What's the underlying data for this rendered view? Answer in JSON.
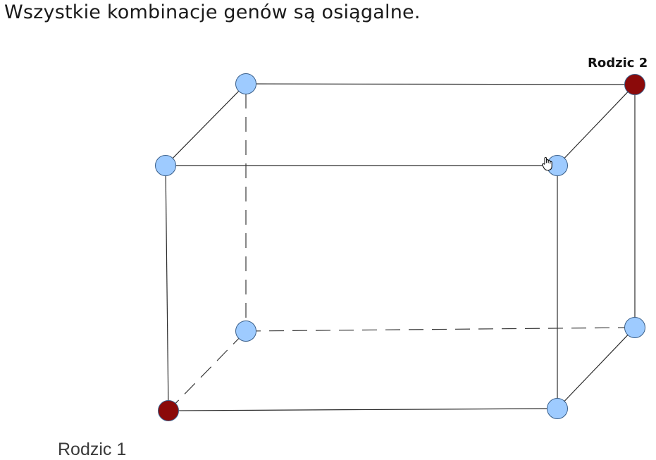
{
  "heading": "Wszystkie kombinacje genów są osiągalne.",
  "labels": {
    "parent2": "Rodzic 2",
    "parent1": "Rodzic 1"
  },
  "colors": {
    "gene_node": "#9ecbff",
    "parent_node": "#8b0a0a"
  },
  "cursor_icon": "hand-pointer-icon"
}
